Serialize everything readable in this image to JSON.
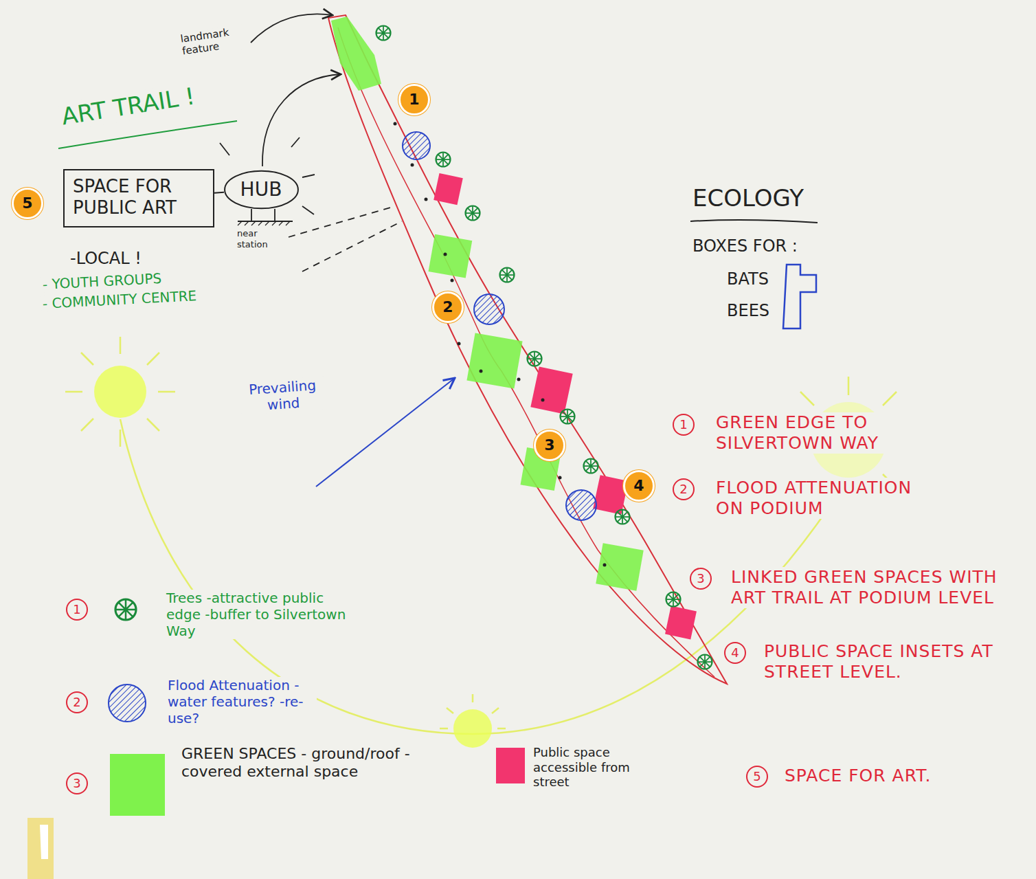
{
  "diagram": {
    "nodes": [
      {
        "text": [
          "SPACE FOR PUBLIC ART"
        ]
      },
      {
        "text": [
          "HUB"
        ]
      }
    ],
    "edges": [
      {
        "from": 0,
        "to": 1,
        "arrow": "none"
      }
    ],
    "labels": [
      "landmark feature",
      "ART TRAIL !",
      "near station",
      "-LOCAL !",
      "- YOUTH GROUPS",
      "- COMMUNITY CENTRE",
      "Prevailing wind",
      "ECOLOGY",
      "BOXES FOR :",
      "BATS",
      "BEES",
      "1",
      "2",
      "3",
      "4",
      "5",
      "1",
      "GREEN EDGE TO SILVERTOWN WAY",
      "2",
      "FLOOD ATTENUATION ON PODIUM",
      "3",
      "LINKED GREEN SPACES WITH ART TRAIL AT PODIUM LEVEL",
      "4",
      "PUBLIC SPACE INSETS AT STREET LEVEL.",
      "5",
      "SPACE FOR ART.",
      "1",
      "2",
      "3"
    ],
    "legend": [
      {
        "text": "Trees -attractive public edge -buffer to Silvertown Way"
      },
      {
        "text": "Flood Attenuation -water features? -re-use?"
      },
      {
        "text": "GREEN SPACES - ground/roof - covered external space",
        "color": "#7ff24c"
      },
      {
        "text": "Public space accessible from street",
        "color": "#f2356e"
      }
    ]
  }
}
